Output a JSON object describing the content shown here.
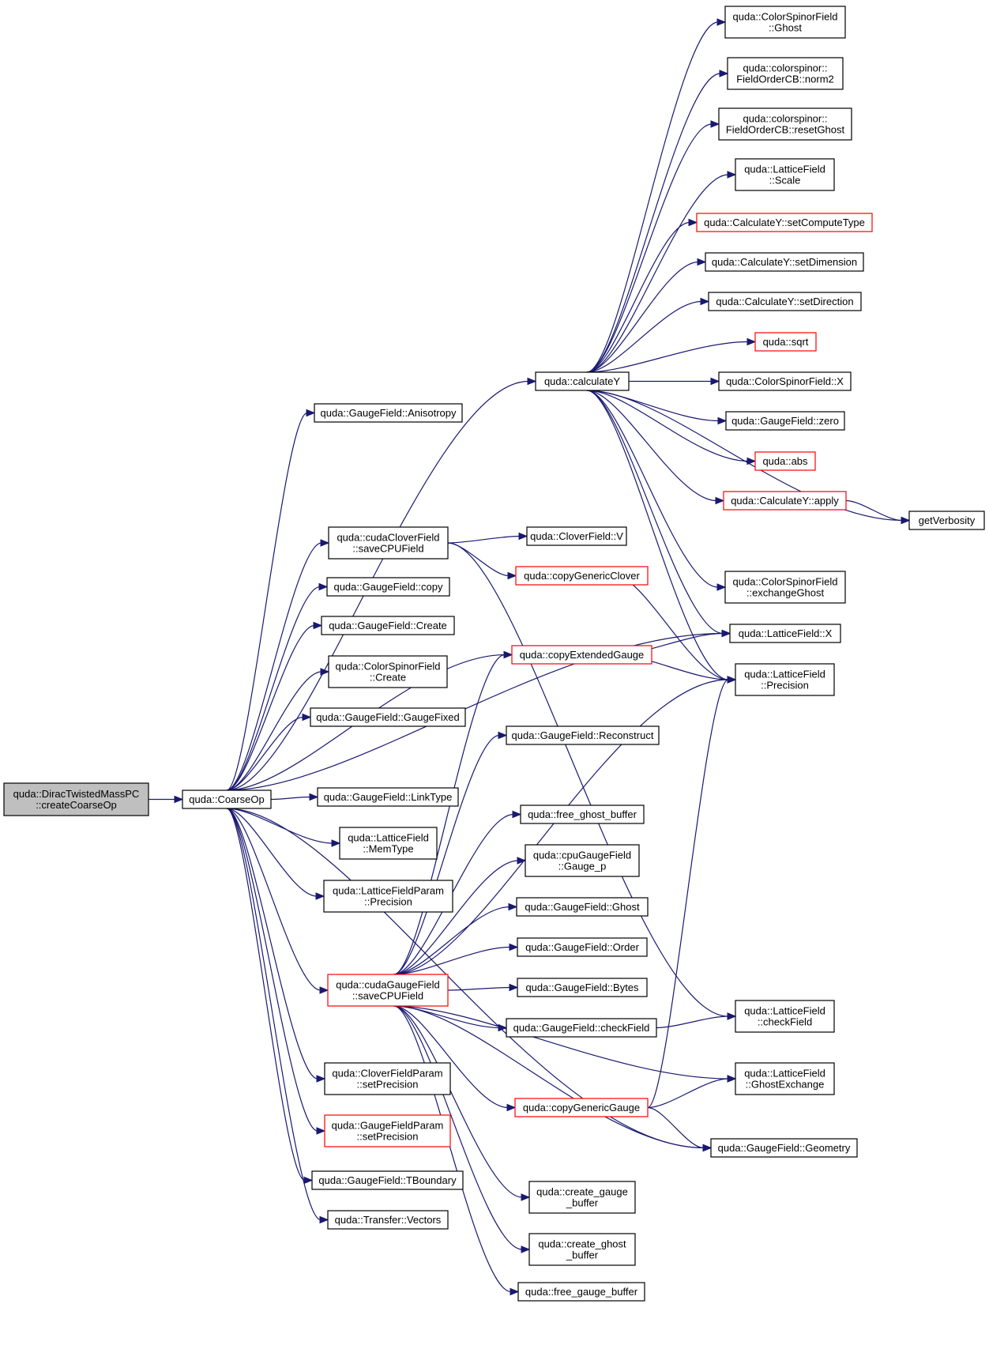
{
  "colors": {
    "edge": "#191970",
    "node_border": "#000000",
    "node_border_truncated": "#ff0000",
    "root_fill": "#bfbfbf",
    "background": "#ffffff"
  },
  "nodes": [
    {
      "id": "root",
      "lines": [
        "quda::DiracTwistedMassPC",
        "::createCoarseOp"
      ],
      "style": "root"
    },
    {
      "id": "coarseop",
      "lines": [
        "quda::CoarseOp"
      ],
      "style": "normal"
    },
    {
      "id": "calcY",
      "lines": [
        "quda::calculateY"
      ],
      "style": "normal"
    },
    {
      "id": "csfGhost",
      "lines": [
        "quda::ColorSpinorField",
        "::Ghost"
      ],
      "style": "normal"
    },
    {
      "id": "norm2",
      "lines": [
        "quda::colorspinor::",
        "FieldOrderCB::norm2"
      ],
      "style": "normal"
    },
    {
      "id": "resetGhost",
      "lines": [
        "quda::colorspinor::",
        "FieldOrderCB::resetGhost"
      ],
      "style": "normal"
    },
    {
      "id": "lfScale",
      "lines": [
        "quda::LatticeField",
        "::Scale"
      ],
      "style": "normal"
    },
    {
      "id": "setComputeType",
      "lines": [
        "quda::CalculateY::setComputeType"
      ],
      "style": "red"
    },
    {
      "id": "setDimension",
      "lines": [
        "quda::CalculateY::setDimension"
      ],
      "style": "normal"
    },
    {
      "id": "setDirection",
      "lines": [
        "quda::CalculateY::setDirection"
      ],
      "style": "normal"
    },
    {
      "id": "sqrt",
      "lines": [
        "quda::sqrt"
      ],
      "style": "red"
    },
    {
      "id": "csfX",
      "lines": [
        "quda::ColorSpinorField::X"
      ],
      "style": "normal"
    },
    {
      "id": "gfZero",
      "lines": [
        "quda::GaugeField::zero"
      ],
      "style": "normal"
    },
    {
      "id": "abs",
      "lines": [
        "quda::abs"
      ],
      "style": "red"
    },
    {
      "id": "cyApply",
      "lines": [
        "quda::CalculateY::apply"
      ],
      "style": "red"
    },
    {
      "id": "getVerbosity",
      "lines": [
        "getVerbosity"
      ],
      "style": "normal"
    },
    {
      "id": "exchangeGhost",
      "lines": [
        "quda::ColorSpinorField",
        "::exchangeGhost"
      ],
      "style": "normal"
    },
    {
      "id": "lfX",
      "lines": [
        "quda::LatticeField::X"
      ],
      "style": "normal"
    },
    {
      "id": "lfPrecision",
      "lines": [
        "quda::LatticeField",
        "::Precision"
      ],
      "style": "normal"
    },
    {
      "id": "anisotropy",
      "lines": [
        "quda::GaugeField::Anisotropy"
      ],
      "style": "normal"
    },
    {
      "id": "cloverSave",
      "lines": [
        "quda::cudaCloverField",
        "::saveCPUField"
      ],
      "style": "normal"
    },
    {
      "id": "cloverV",
      "lines": [
        "quda::CloverField::V"
      ],
      "style": "normal"
    },
    {
      "id": "copyGenericClover",
      "lines": [
        "quda::copyGenericClover"
      ],
      "style": "red"
    },
    {
      "id": "gfCopy",
      "lines": [
        "quda::GaugeField::copy"
      ],
      "style": "normal"
    },
    {
      "id": "gfCreate",
      "lines": [
        "quda::GaugeField::Create"
      ],
      "style": "normal"
    },
    {
      "id": "csfCreate",
      "lines": [
        "quda::ColorSpinorField",
        "::Create"
      ],
      "style": "normal"
    },
    {
      "id": "copyExtendedGauge",
      "lines": [
        "quda::copyExtendedGauge"
      ],
      "style": "red"
    },
    {
      "id": "gaugeFixed",
      "lines": [
        "quda::GaugeField::GaugeFixed"
      ],
      "style": "normal"
    },
    {
      "id": "reconstruct",
      "lines": [
        "quda::GaugeField::Reconstruct"
      ],
      "style": "normal"
    },
    {
      "id": "linkType",
      "lines": [
        "quda::GaugeField::LinkType"
      ],
      "style": "normal"
    },
    {
      "id": "freeGhostBuffer",
      "lines": [
        "quda::free_ghost_buffer"
      ],
      "style": "normal"
    },
    {
      "id": "memType",
      "lines": [
        "quda::LatticeField",
        "::MemType"
      ],
      "style": "normal"
    },
    {
      "id": "gaugeP",
      "lines": [
        "quda::cpuGaugeField",
        "::Gauge_p"
      ],
      "style": "normal"
    },
    {
      "id": "lfpPrecision",
      "lines": [
        "quda::LatticeFieldParam",
        "::Precision"
      ],
      "style": "normal"
    },
    {
      "id": "gfGhost",
      "lines": [
        "quda::GaugeField::Ghost"
      ],
      "style": "normal"
    },
    {
      "id": "gfOrder",
      "lines": [
        "quda::GaugeField::Order"
      ],
      "style": "normal"
    },
    {
      "id": "gaugeSave",
      "lines": [
        "quda::cudaGaugeField",
        "::saveCPUField"
      ],
      "style": "red"
    },
    {
      "id": "gfBytes",
      "lines": [
        "quda::GaugeField::Bytes"
      ],
      "style": "normal"
    },
    {
      "id": "gfCheckField",
      "lines": [
        "quda::GaugeField::checkField"
      ],
      "style": "normal"
    },
    {
      "id": "lfCheckField",
      "lines": [
        "quda::LatticeField",
        "::checkField"
      ],
      "style": "normal"
    },
    {
      "id": "ghostExchange",
      "lines": [
        "quda::LatticeField",
        "::GhostExchange"
      ],
      "style": "normal"
    },
    {
      "id": "copyGenericGauge",
      "lines": [
        "quda::copyGenericGauge"
      ],
      "style": "red"
    },
    {
      "id": "cfpSetPrecision",
      "lines": [
        "quda::CloverFieldParam",
        "::setPrecision"
      ],
      "style": "normal"
    },
    {
      "id": "geometry",
      "lines": [
        "quda::GaugeField::Geometry"
      ],
      "style": "normal"
    },
    {
      "id": "gfpSetPrecision",
      "lines": [
        "quda::GaugeFieldParam",
        "::setPrecision"
      ],
      "style": "red"
    },
    {
      "id": "tBoundary",
      "lines": [
        "quda::GaugeField::TBoundary"
      ],
      "style": "normal"
    },
    {
      "id": "createGaugeBuffer",
      "lines": [
        "quda::create_gauge",
        "_buffer"
      ],
      "style": "normal"
    },
    {
      "id": "vectors",
      "lines": [
        "quda::Transfer::Vectors"
      ],
      "style": "normal"
    },
    {
      "id": "createGhostBuffer",
      "lines": [
        "quda::create_ghost",
        "_buffer"
      ],
      "style": "normal"
    },
    {
      "id": "freeGaugeBuffer",
      "lines": [
        "quda::free_gauge_buffer"
      ],
      "style": "normal"
    }
  ],
  "edges": [
    [
      "root",
      "coarseop"
    ],
    [
      "coarseop",
      "calcY"
    ],
    [
      "coarseop",
      "anisotropy"
    ],
    [
      "coarseop",
      "cloverSave"
    ],
    [
      "coarseop",
      "gfCopy"
    ],
    [
      "coarseop",
      "gfCreate"
    ],
    [
      "coarseop",
      "csfCreate"
    ],
    [
      "coarseop",
      "gaugeFixed"
    ],
    [
      "coarseop",
      "linkType"
    ],
    [
      "coarseop",
      "memType"
    ],
    [
      "coarseop",
      "lfpPrecision"
    ],
    [
      "coarseop",
      "gaugeSave"
    ],
    [
      "coarseop",
      "cfpSetPrecision"
    ],
    [
      "coarseop",
      "gfpSetPrecision"
    ],
    [
      "coarseop",
      "tBoundary"
    ],
    [
      "coarseop",
      "vectors"
    ],
    [
      "coarseop",
      "lfX"
    ],
    [
      "coarseop",
      "copyExtendedGauge"
    ],
    [
      "coarseop",
      "geometry"
    ],
    [
      "calcY",
      "csfGhost"
    ],
    [
      "calcY",
      "norm2"
    ],
    [
      "calcY",
      "resetGhost"
    ],
    [
      "calcY",
      "lfScale"
    ],
    [
      "calcY",
      "setComputeType"
    ],
    [
      "calcY",
      "setDimension"
    ],
    [
      "calcY",
      "setDirection"
    ],
    [
      "calcY",
      "sqrt"
    ],
    [
      "calcY",
      "csfX"
    ],
    [
      "calcY",
      "gfZero"
    ],
    [
      "calcY",
      "abs"
    ],
    [
      "calcY",
      "cyApply"
    ],
    [
      "calcY",
      "getVerbosity"
    ],
    [
      "calcY",
      "exchangeGhost"
    ],
    [
      "calcY",
      "lfX"
    ],
    [
      "calcY",
      "lfPrecision"
    ],
    [
      "cyApply",
      "getVerbosity"
    ],
    [
      "cloverSave",
      "cloverV"
    ],
    [
      "cloverSave",
      "copyGenericClover"
    ],
    [
      "cloverSave",
      "lfCheckField"
    ],
    [
      "copyGenericClover",
      "lfPrecision"
    ],
    [
      "copyExtendedGauge",
      "lfX"
    ],
    [
      "copyExtendedGauge",
      "lfPrecision"
    ],
    [
      "gaugeSave",
      "copyExtendedGauge"
    ],
    [
      "gaugeSave",
      "reconstruct"
    ],
    [
      "gaugeSave",
      "lfPrecision"
    ],
    [
      "gaugeSave",
      "freeGhostBuffer"
    ],
    [
      "gaugeSave",
      "gaugeP"
    ],
    [
      "gaugeSave",
      "gfGhost"
    ],
    [
      "gaugeSave",
      "gfOrder"
    ],
    [
      "gaugeSave",
      "gfBytes"
    ],
    [
      "gaugeSave",
      "gfCheckField"
    ],
    [
      "gaugeSave",
      "ghostExchange"
    ],
    [
      "gaugeSave",
      "copyGenericGauge"
    ],
    [
      "gaugeSave",
      "geometry"
    ],
    [
      "gaugeSave",
      "createGaugeBuffer"
    ],
    [
      "gaugeSave",
      "createGhostBuffer"
    ],
    [
      "gaugeSave",
      "freeGaugeBuffer"
    ],
    [
      "gfCheckField",
      "lfCheckField"
    ],
    [
      "copyGenericGauge",
      "ghostExchange"
    ],
    [
      "copyGenericGauge",
      "geometry"
    ],
    [
      "copyGenericGauge",
      "lfPrecision"
    ]
  ]
}
